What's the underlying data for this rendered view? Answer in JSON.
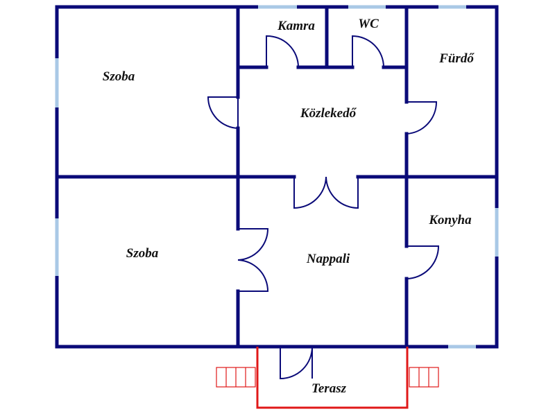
{
  "colors": {
    "wall": "#0a0a78",
    "window": "#a9c8e6",
    "terrace": "#e01818",
    "background": "#ffffff"
  },
  "rooms": {
    "szoba_top": "Szoba",
    "kamra": "Kamra",
    "wc": "WC",
    "furdo": "Fürdő",
    "kozlekedo": "Közlekedő",
    "szoba_bottom": "Szoba",
    "nappali": "Nappali",
    "konyha": "Konyha",
    "terasz": "Terasz"
  }
}
